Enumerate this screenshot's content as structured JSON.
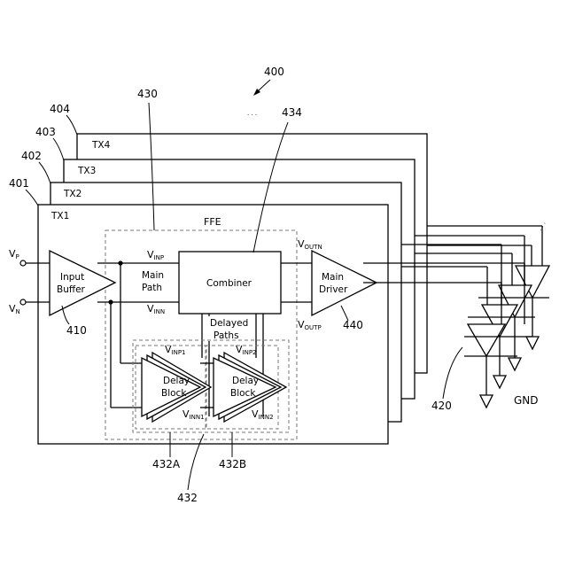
{
  "labels": {
    "system": "400",
    "tx_refs": [
      "404",
      "403",
      "402",
      "401"
    ],
    "tx_names": [
      "TX4",
      "TX3",
      "TX2",
      "TX1"
    ],
    "input_p": "V",
    "input_p_sub": "P",
    "input_n": "V",
    "input_n_sub": "N",
    "input_buffer_line1": "Input",
    "input_buffer_line2": "Buffer",
    "input_buffer_ref": "410",
    "ffe": "FFE",
    "ffe_ref": "430",
    "combiner": "Combiner",
    "combiner_ref": "434",
    "vinp": "V",
    "vinp_sub": "INP",
    "vinn": "V",
    "vinn_sub": "INN",
    "main_path_line1": "Main",
    "main_path_line2": "Path",
    "delayed_paths_line1": "Delayed",
    "delayed_paths_line2": "Paths",
    "voutn": "V",
    "voutn_sub": "OUTN",
    "voutp": "V",
    "voutp_sub": "OUTP",
    "main_driver_line1": "Main",
    "main_driver_line2": "Driver",
    "main_driver_ref": "440",
    "delay_block_line1": "Delay",
    "delay_block_line2": "Block",
    "vinp1": "V",
    "vinp1_sub": "INP1",
    "vinn1": "V",
    "vinn1_sub": "INN1",
    "vinp2": "V",
    "vinp2_sub": "INP2",
    "vinn2": "V",
    "vinn2_sub": "INN2",
    "delay_a_ref": "432A",
    "delay_b_ref": "432B",
    "delay_ref": "432",
    "output_ref": "420",
    "gnd": "GND",
    "ellipsis": "·  ·  ·"
  }
}
